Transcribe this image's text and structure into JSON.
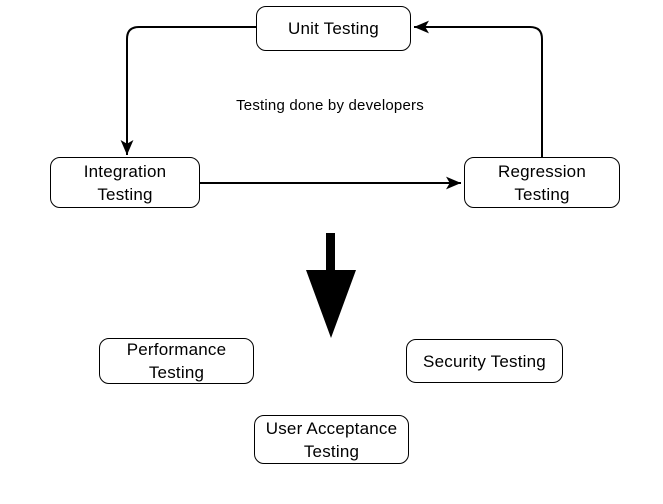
{
  "diagram": {
    "annotation": "Testing done by developers",
    "nodes": {
      "unit_testing": {
        "label": "Unit Testing"
      },
      "integration_testing": {
        "label": "Integration\nTesting"
      },
      "regression_testing": {
        "label": "Regression\nTesting"
      },
      "performance_testing": {
        "label": "Performance\nTesting"
      },
      "security_testing": {
        "label": "Security Testing"
      },
      "user_acceptance_testing": {
        "label": "User Acceptance\nTesting"
      }
    },
    "edges": [
      {
        "from": "Unit Testing",
        "to": "Integration Testing",
        "direction": "left-then-down"
      },
      {
        "from": "Integration Testing",
        "to": "Regression Testing",
        "direction": "right"
      },
      {
        "from": "Regression Testing",
        "to": "Unit Testing",
        "direction": "up-then-left"
      }
    ],
    "big_arrow": {
      "meaning": "flow-to-further-testing",
      "direction": "down"
    },
    "colors": {
      "stroke": "#000000",
      "node_fill": "#ffffff",
      "background": "#ffffff"
    }
  }
}
